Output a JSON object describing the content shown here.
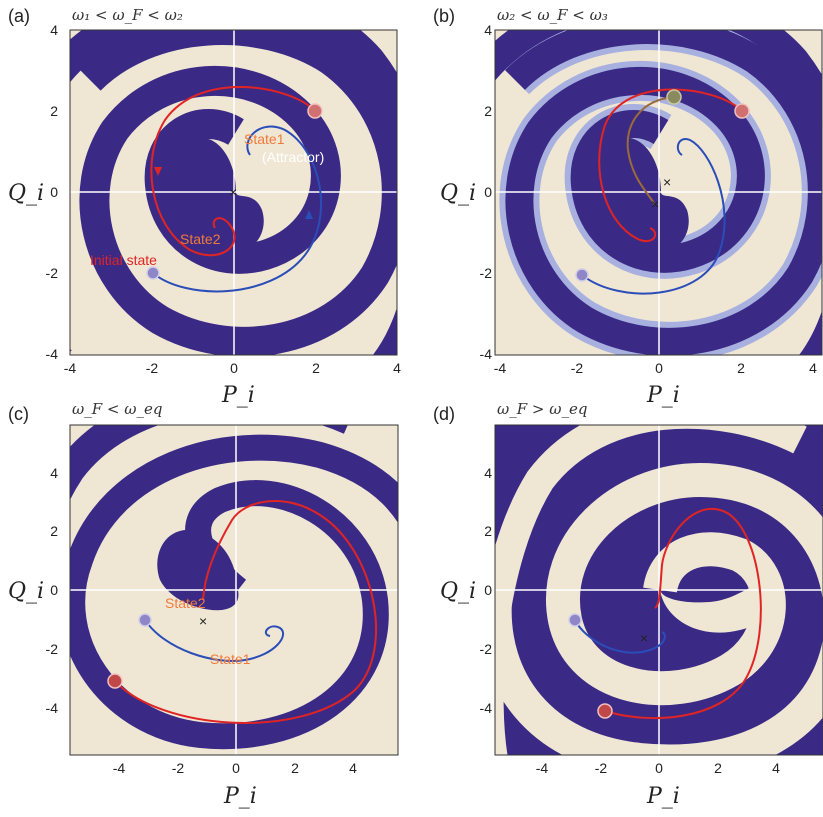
{
  "colors": {
    "dark": "#3a2a86",
    "light": "#efe7d4",
    "basin2": "#a8b0e0",
    "red": "#e02424",
    "blue": "#2b4db8",
    "brown": "#9a6a3a",
    "gridline": "#ffffff",
    "annot_orange": "#f07a3a",
    "annot_white": "#ffffff"
  },
  "panels": [
    {
      "id": "a",
      "label": "(a)",
      "condition": "ω₁ < ω_F < ω₂",
      "xlabel": "P_i",
      "ylabel": "Q_i",
      "xticks": [
        "-4",
        "-2",
        "0",
        "2",
        "4"
      ],
      "yticks": [
        "4",
        "2",
        "0",
        "-2",
        "-4"
      ],
      "annotations": {
        "state1": "State1",
        "attractor": "(Attractor)",
        "state2": "State2",
        "initial": "Initial state"
      }
    },
    {
      "id": "b",
      "label": "(b)",
      "condition": "ω₂ < ω_F < ω₃",
      "xlabel": "P_i",
      "ylabel": "Q_i",
      "xticks": [
        "-4",
        "-2",
        "0",
        "2",
        "4"
      ],
      "yticks": [
        "4",
        "2",
        "0",
        "-2",
        "-4"
      ]
    },
    {
      "id": "c",
      "label": "(c)",
      "condition": "ω_F < ω_eq",
      "xlabel": "P_i",
      "ylabel": "Q_i",
      "xticks": [
        "-4",
        "-2",
        "0",
        "2",
        "4"
      ],
      "yticks": [
        "4",
        "2",
        "0",
        "-2",
        "-4"
      ],
      "annotations": {
        "state2": "State2",
        "state1": "State1"
      }
    },
    {
      "id": "d",
      "label": "(d)",
      "condition": "ω_F > ω_eq",
      "xlabel": "P_i",
      "ylabel": "Q_i",
      "xticks": [
        "-4",
        "-2",
        "0",
        "2",
        "4"
      ],
      "yticks": [
        "4",
        "2",
        "0",
        "-2",
        "-4"
      ]
    }
  ]
}
